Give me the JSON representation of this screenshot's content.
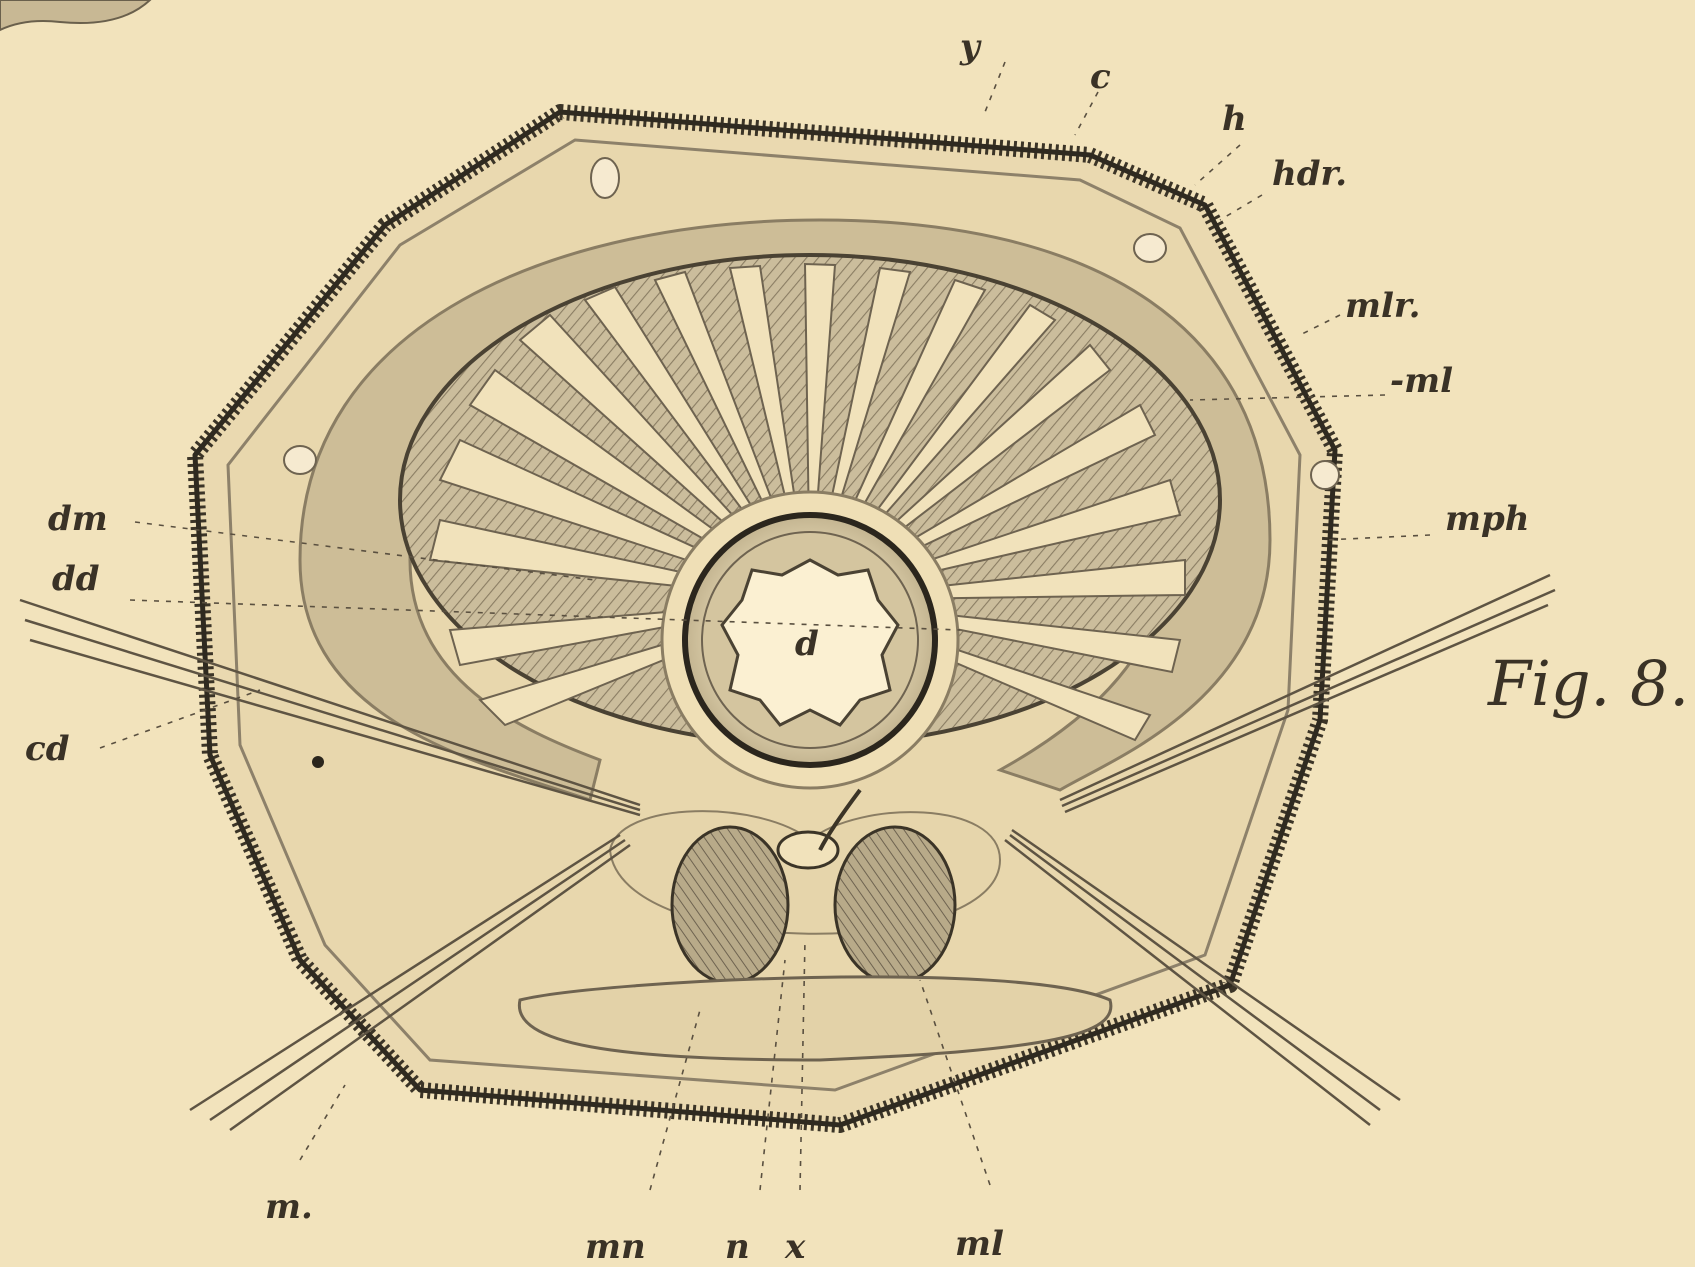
{
  "figure": {
    "caption": "Fig. 8.",
    "central_label": "d",
    "labels": {
      "y": "y",
      "c": "c",
      "h": "h",
      "hdr": "hdr.",
      "mlr": "mlr.",
      "ml_right": "-ml",
      "mph": "mph",
      "dm": "dm",
      "dd": "dd",
      "cd": "cd",
      "m": "m.",
      "mn": "mn",
      "n": "n",
      "x": "x",
      "ml_bottom": "ml"
    }
  }
}
